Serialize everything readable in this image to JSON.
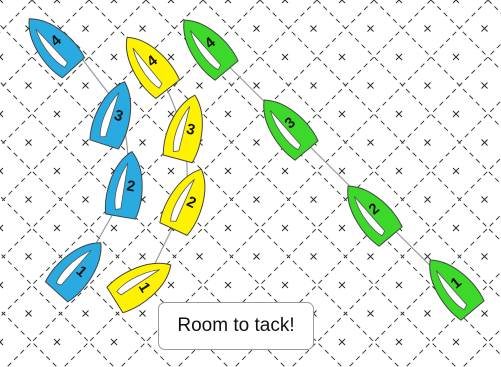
{
  "colors": {
    "blue": "#29abe2",
    "yellow": "#fff200",
    "green": "#3cd92a"
  },
  "fleet": [
    {
      "color": "blue",
      "positions": [
        "4",
        "3",
        "2",
        "1"
      ]
    },
    {
      "color": "yellow",
      "positions": [
        "4",
        "3",
        "2",
        "1"
      ]
    },
    {
      "color": "green",
      "positions": [
        "4",
        "3",
        "2",
        "1"
      ]
    }
  ],
  "callout": {
    "text": "Room to tack!"
  }
}
